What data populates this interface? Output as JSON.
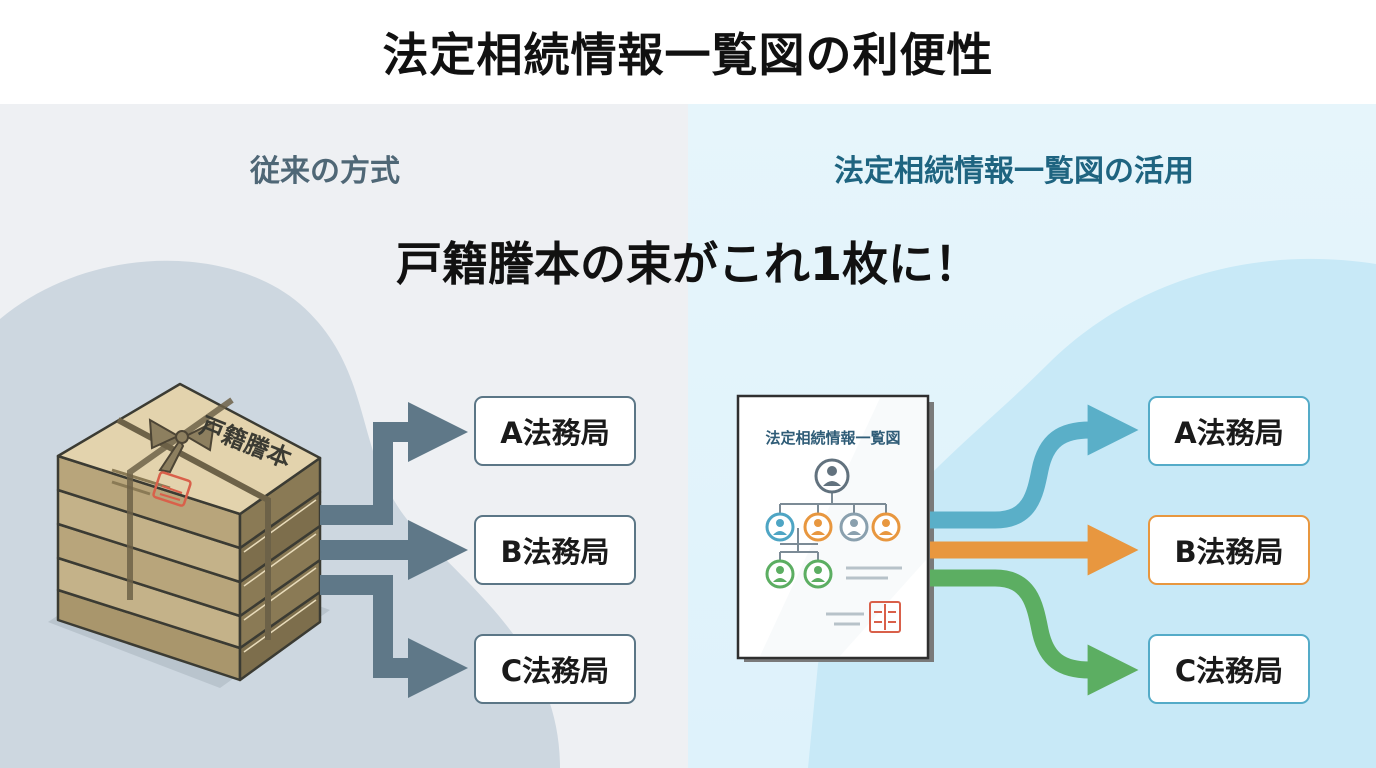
{
  "title": "法定相続情報一覧図の利便性",
  "left": {
    "heading": "従来の方式",
    "bundle_label": "戸籍謄本",
    "offices": [
      "A法務局",
      "B法務局",
      "C法務局"
    ]
  },
  "right": {
    "heading": "法定相続情報一覧図の活用",
    "document_title": "法定相続情報一覧図",
    "offices": [
      "A法務局",
      "B法務局",
      "C法務局"
    ]
  },
  "headline": "戸籍謄本の束がこれ1枚に！",
  "colors": {
    "left_arrow": "#5f7888",
    "arrow_blue": "#5aafc8",
    "arrow_orange": "#e8973f",
    "arrow_green": "#5cae62",
    "seal": "#d9604a"
  },
  "icons": [
    "book-stack-icon",
    "ribbon-bow-icon",
    "seal-stamp-icon",
    "person-icon",
    "document-icon"
  ]
}
